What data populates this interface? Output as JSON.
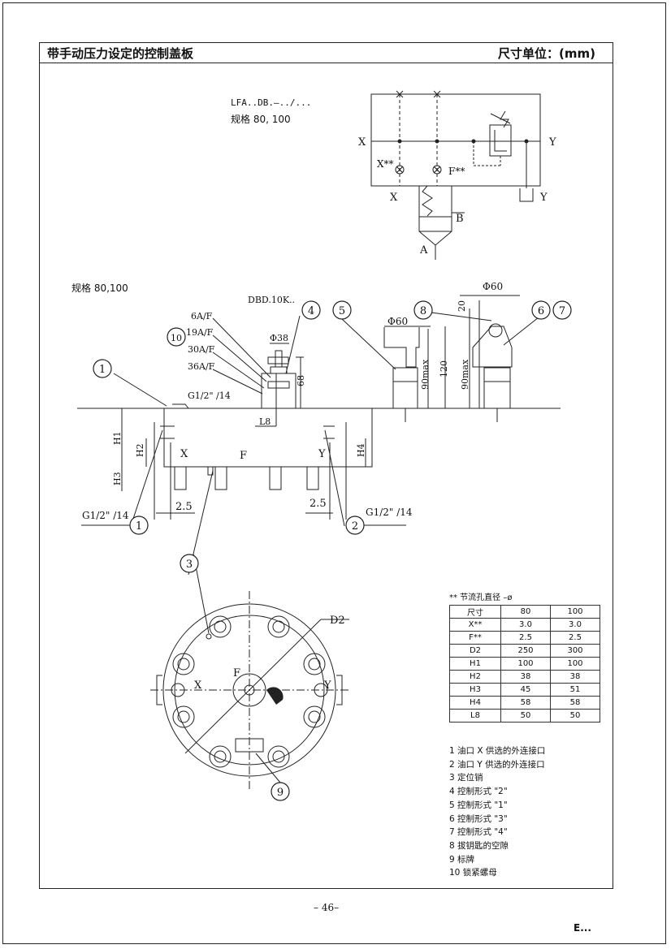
{
  "header": {
    "title": "带手动压力设定的控制盖板",
    "unit": "尺寸单位：(mm)"
  },
  "symbol": {
    "model": "LFA..DB.–../...",
    "spec": "规格 80, 100",
    "ports": [
      "X",
      "Y",
      "X**",
      "F**",
      "X",
      "Y",
      "B",
      "A"
    ]
  },
  "drawing": {
    "spec": "规格 80,100",
    "texts": {
      "dbd": "DBD.10K..",
      "af6": "6A/F",
      "af19": "19A/F",
      "af30": "30A/F",
      "af36": "36A/F",
      "phi38": "Φ38",
      "dim68": "68",
      "g12_top": "G1/2\" /14",
      "l8": "L8",
      "h1": "H1",
      "h2": "H2",
      "h3": "H3",
      "h4": "H4",
      "x": "X",
      "f": "F",
      "y": "Y",
      "g12_left": "G1/2\" /14",
      "g12_right": "G1/2\" /14",
      "dim25_left": "2.5",
      "dim25_right": "2.5",
      "phi60a": "Φ60",
      "phi60b": "Φ60",
      "dim20": "20",
      "dim120": "120",
      "dim90a": "90max",
      "dim90b": "90max",
      "d2": "D2",
      "fx": "F",
      "xx": "X",
      "yx": "Y"
    },
    "callouts": [
      "1",
      "4",
      "10",
      "5",
      "8",
      "6",
      "7",
      "1",
      "2",
      "3",
      "9"
    ]
  },
  "table": {
    "note": "** 节流孔直径 –ø",
    "headers": [
      "尺寸",
      "80",
      "100"
    ],
    "rows": [
      [
        "X**",
        "3.0",
        "3.0"
      ],
      [
        "F**",
        "2.5",
        "2.5"
      ],
      [
        "D2",
        "250",
        "300"
      ],
      [
        "H1",
        "100",
        "100"
      ],
      [
        "H2",
        "38",
        "38"
      ],
      [
        "H3",
        "45",
        "51"
      ],
      [
        "H4",
        "58",
        "58"
      ],
      [
        "L8",
        "50",
        "50"
      ]
    ]
  },
  "legend": [
    "1  油口 X 供选的外连接口",
    "2  油口 Y 供选的外连接口",
    "3  定位销",
    "4  控制形式 \"2\"",
    "5  控制形式 \"1\"",
    "6  控制形式 \"3\"",
    "7  控制形式 \"4\"",
    "8  拔钥匙的空隙",
    "9  标牌",
    "10  锁紧螺母"
  ],
  "footer": {
    "page": "– 46–",
    "mark": "E..."
  }
}
